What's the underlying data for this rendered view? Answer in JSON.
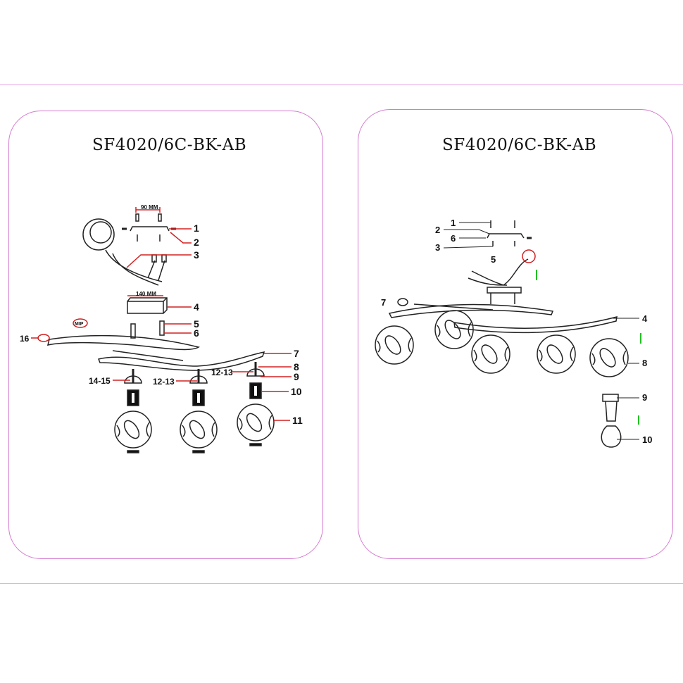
{
  "left_panel": {
    "title": "SF4020/6C-BK-AB",
    "dimensions": [
      "90 MM",
      "140 MM"
    ],
    "badge": "MIP",
    "labels": [
      "1",
      "2",
      "3",
      "4",
      "5",
      "6",
      "7",
      "8",
      "9",
      "10",
      "11",
      "12-13",
      "12-13",
      "14-15",
      "16"
    ]
  },
  "right_panel": {
    "title": "SF4020/6C-BK-AB",
    "labels": [
      "1",
      "2",
      "6",
      "3",
      "5",
      "7",
      "4",
      "8",
      "9",
      "10"
    ]
  },
  "colors": {
    "frame": "#d57ad0",
    "leader_red": "#d22020",
    "arrow_green": "#22c022"
  }
}
